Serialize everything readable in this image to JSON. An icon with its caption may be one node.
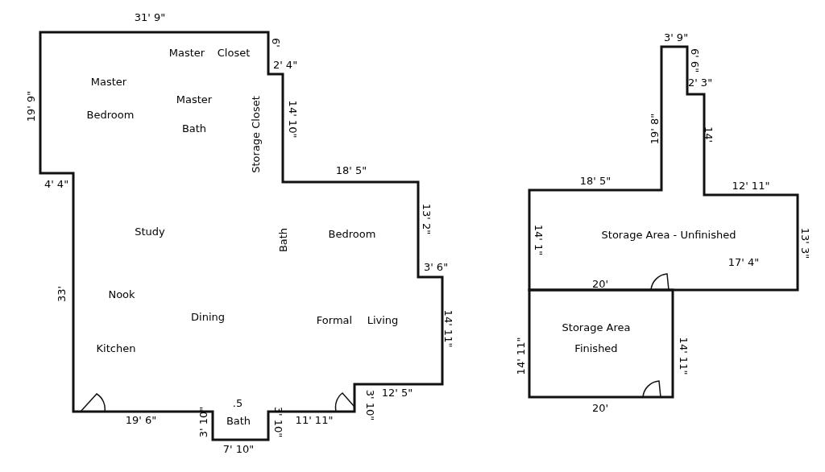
{
  "diagram": {
    "labels": [
      "31' 9\"",
      "Master",
      "Closet",
      "6'",
      "2' 4\"",
      "Master",
      "Master",
      "Bedroom",
      "Bath",
      "19' 9\"",
      "Storage Closet",
      "14' 10\"",
      "18' 5\"",
      "4' 4\"",
      "13' 2\"",
      "Study",
      "Bath",
      "Bedroom",
      "3' 6\"",
      "33'",
      "Nook",
      "Dining",
      "Formal",
      "Living",
      "14' 11\"",
      "Kitchen",
      "3' 10\"",
      "12' 5\"",
      ".5",
      "19' 6\"",
      "3' 10\"",
      "Bath",
      "3' 10\"",
      "11' 11\"",
      "7' 10\"",
      "3' 9\"",
      "6' 6\"",
      "2' 3\"",
      "19' 8\"",
      "14'",
      "18' 5\"",
      "12' 11\"",
      "14' 1\"",
      "Storage Area - Unfinished",
      "13' 3\"",
      "17' 4\"",
      "20'",
      "Storage Area",
      "Finished",
      "14' 11\"",
      "14' 11\"",
      "20'"
    ]
  }
}
